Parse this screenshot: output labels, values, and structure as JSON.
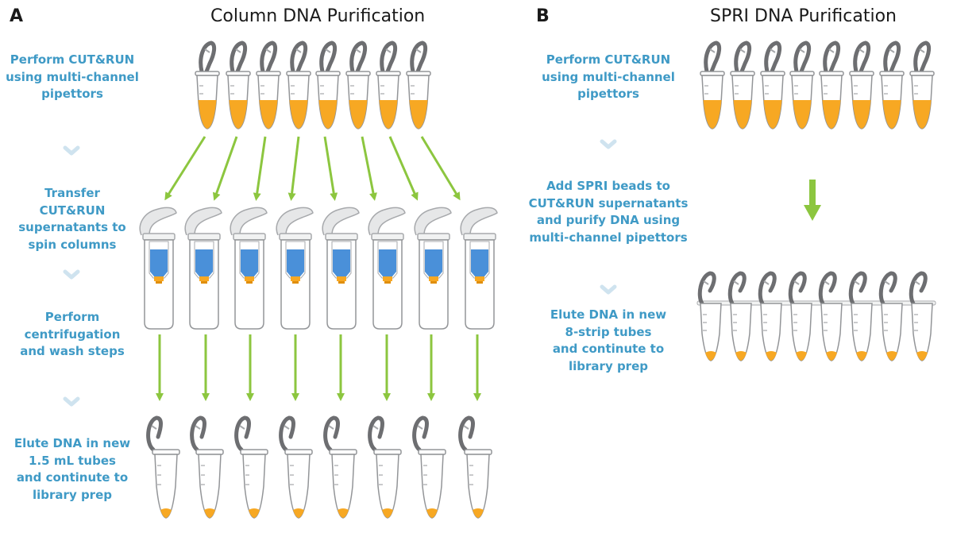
{
  "panel_a": {
    "letter": "A",
    "title": "Column DNA Purification",
    "steps": [
      "Perform CUT&RUN\nusing multi-channel\npipettors",
      "Transfer\nCUT&RUN\nsupernatants to\nspin columns",
      "Perform\ncentrifugation\nand wash steps",
      "Elute DNA in new\n1.5 mL tubes\nand continute to\nlibrary prep"
    ]
  },
  "panel_b": {
    "letter": "B",
    "title": "SPRI DNA Purification",
    "steps": [
      "Perform CUT&RUN\nusing multi-channel\npipettors",
      "Add SPRI beads to\nCUT&RUN supernatants\nand purify DNA using\nmulti-channel pipettors",
      "Elute DNA in new\n8-strip tubes\nand continute to\nlibrary prep"
    ]
  },
  "colors": {
    "text_blue": "#3f9ac6",
    "arrow_green": "#8cc63f",
    "liquid_orange": "#f7a823",
    "column_blue": "#4a90d9",
    "chevron": "#cfe3ef"
  },
  "icons": [
    "chevron-down-icon",
    "arrow-down-icon",
    "microcentrifuge-tube-icon",
    "spin-column-icon",
    "strip-tube-icon"
  ]
}
